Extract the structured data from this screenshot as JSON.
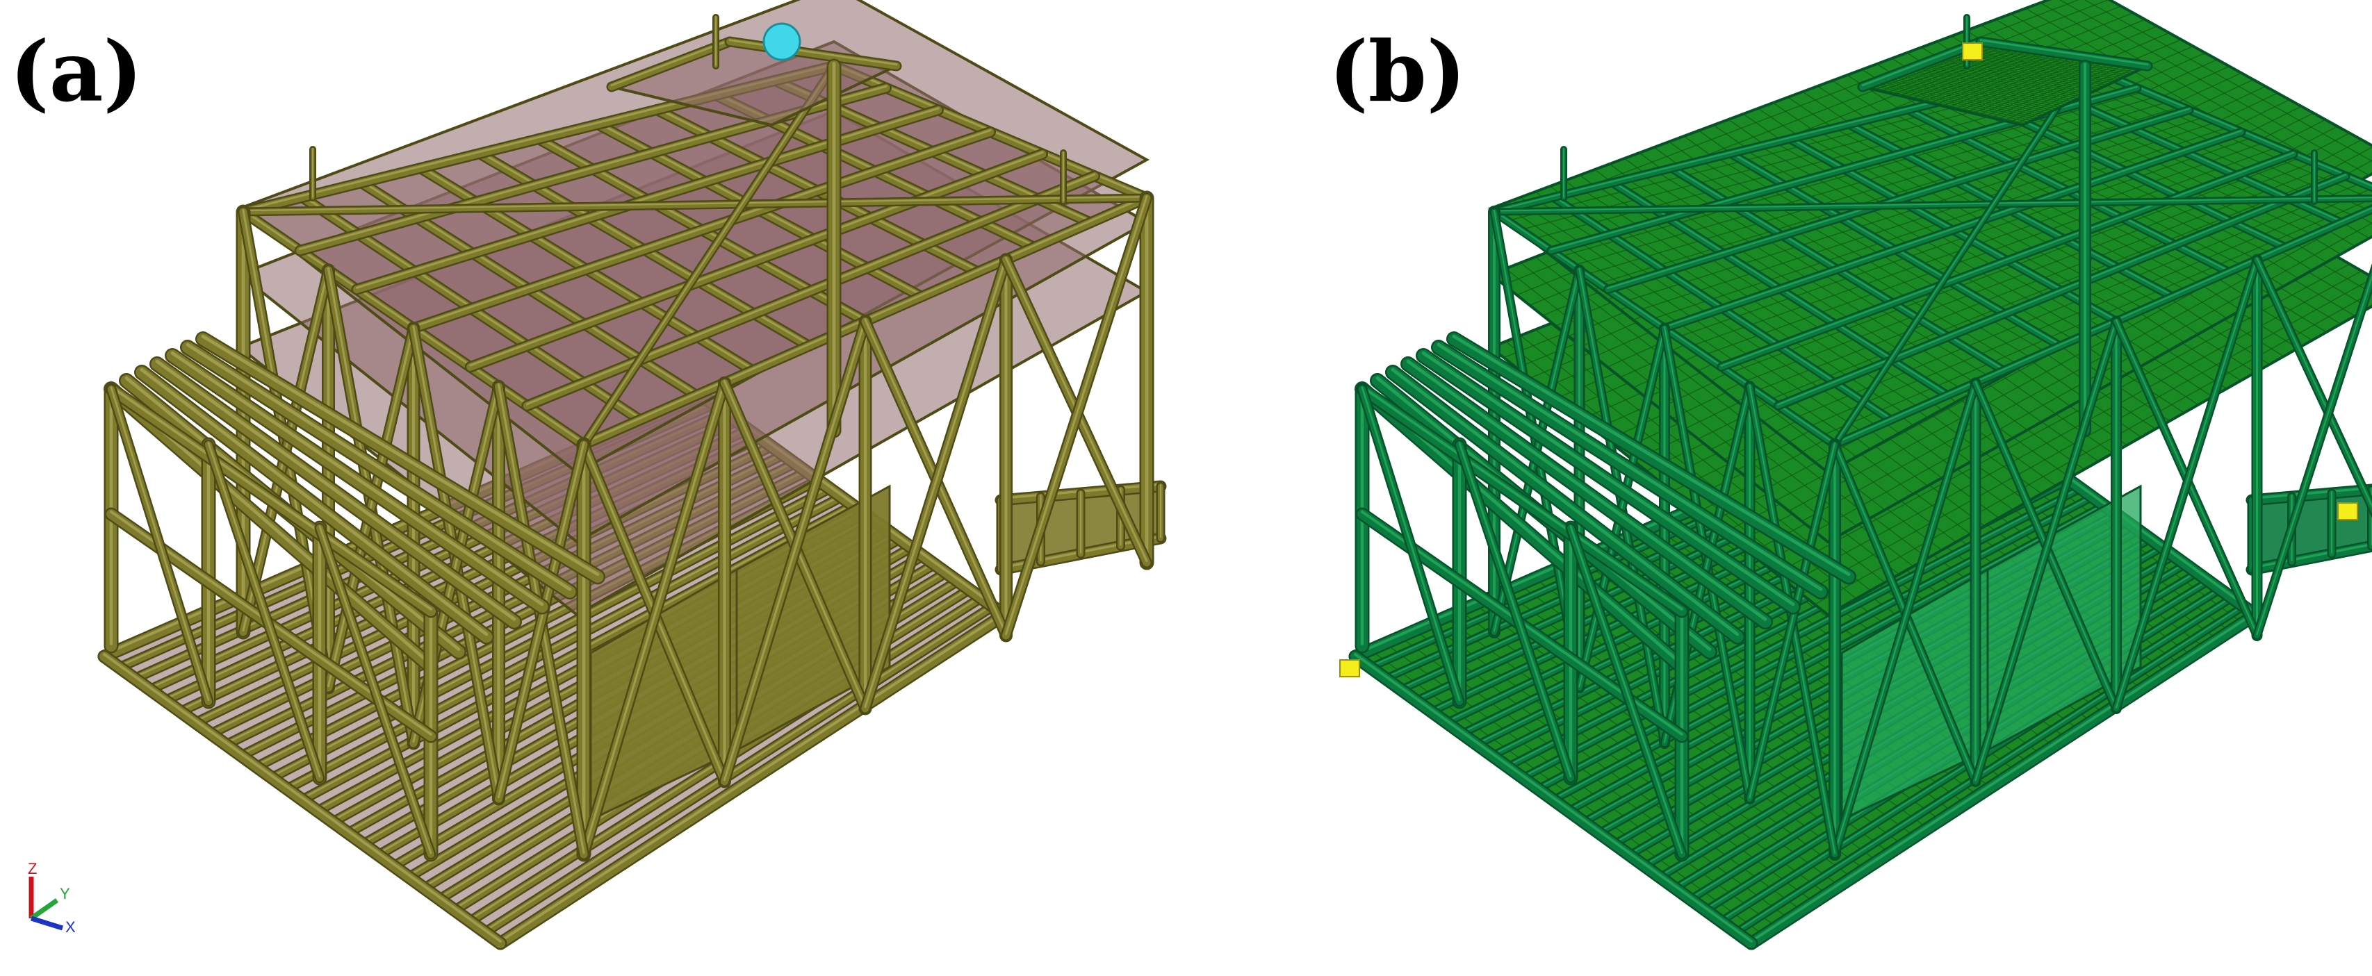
{
  "panels": [
    {
      "id": "a",
      "label": "(a)",
      "style": "plate-and-frame",
      "colors": {
        "frame": "#7d7a2c",
        "frame_light": "#a7a254",
        "frame_dark": "#4e4b17",
        "plate": "#8f6a6e",
        "plate_alpha": 0.55
      },
      "triad_labels": {
        "z": "Z",
        "y": "Y",
        "x": "X"
      },
      "triad_colors": {
        "z": "#d0101a",
        "y": "#24a63b",
        "x": "#1d33c8"
      },
      "marker_color": "#40d8e8"
    },
    {
      "id": "b",
      "label": "(b)",
      "style": "finite-element-mesh",
      "colors": {
        "frame": "#0b7a3e",
        "frame_light": "#23a85b",
        "frame_dark": "#06532a",
        "plate": "#1a8a24",
        "mesh": "#0f5a12"
      },
      "marker_color": "#f4ee1a"
    }
  ]
}
